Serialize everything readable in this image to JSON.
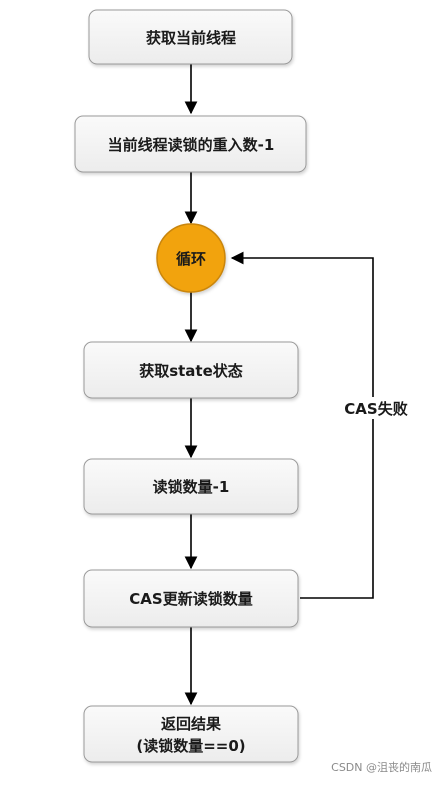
{
  "nodes": {
    "get_thread": "获取当前线程",
    "reentrant_minus": "当前线程读锁的重入数-1",
    "loop": "循环",
    "get_state": "获取state状态",
    "read_count_minus": "读锁数量-1",
    "cas_update": "CAS更新读锁数量",
    "return_line1": "返回结果",
    "return_line2": "(读锁数量==0)"
  },
  "edges": {
    "cas_fail_label": "CAS失败"
  },
  "watermark": "CSDN @沮丧的南瓜",
  "colors": {
    "loop_fill": "#F2A30F",
    "loop_stroke": "#C98508",
    "box_fill_top": "#FAFAFA",
    "box_fill_bottom": "#ECECEC",
    "box_stroke": "#9A9A9A",
    "arrow": "#000000"
  }
}
